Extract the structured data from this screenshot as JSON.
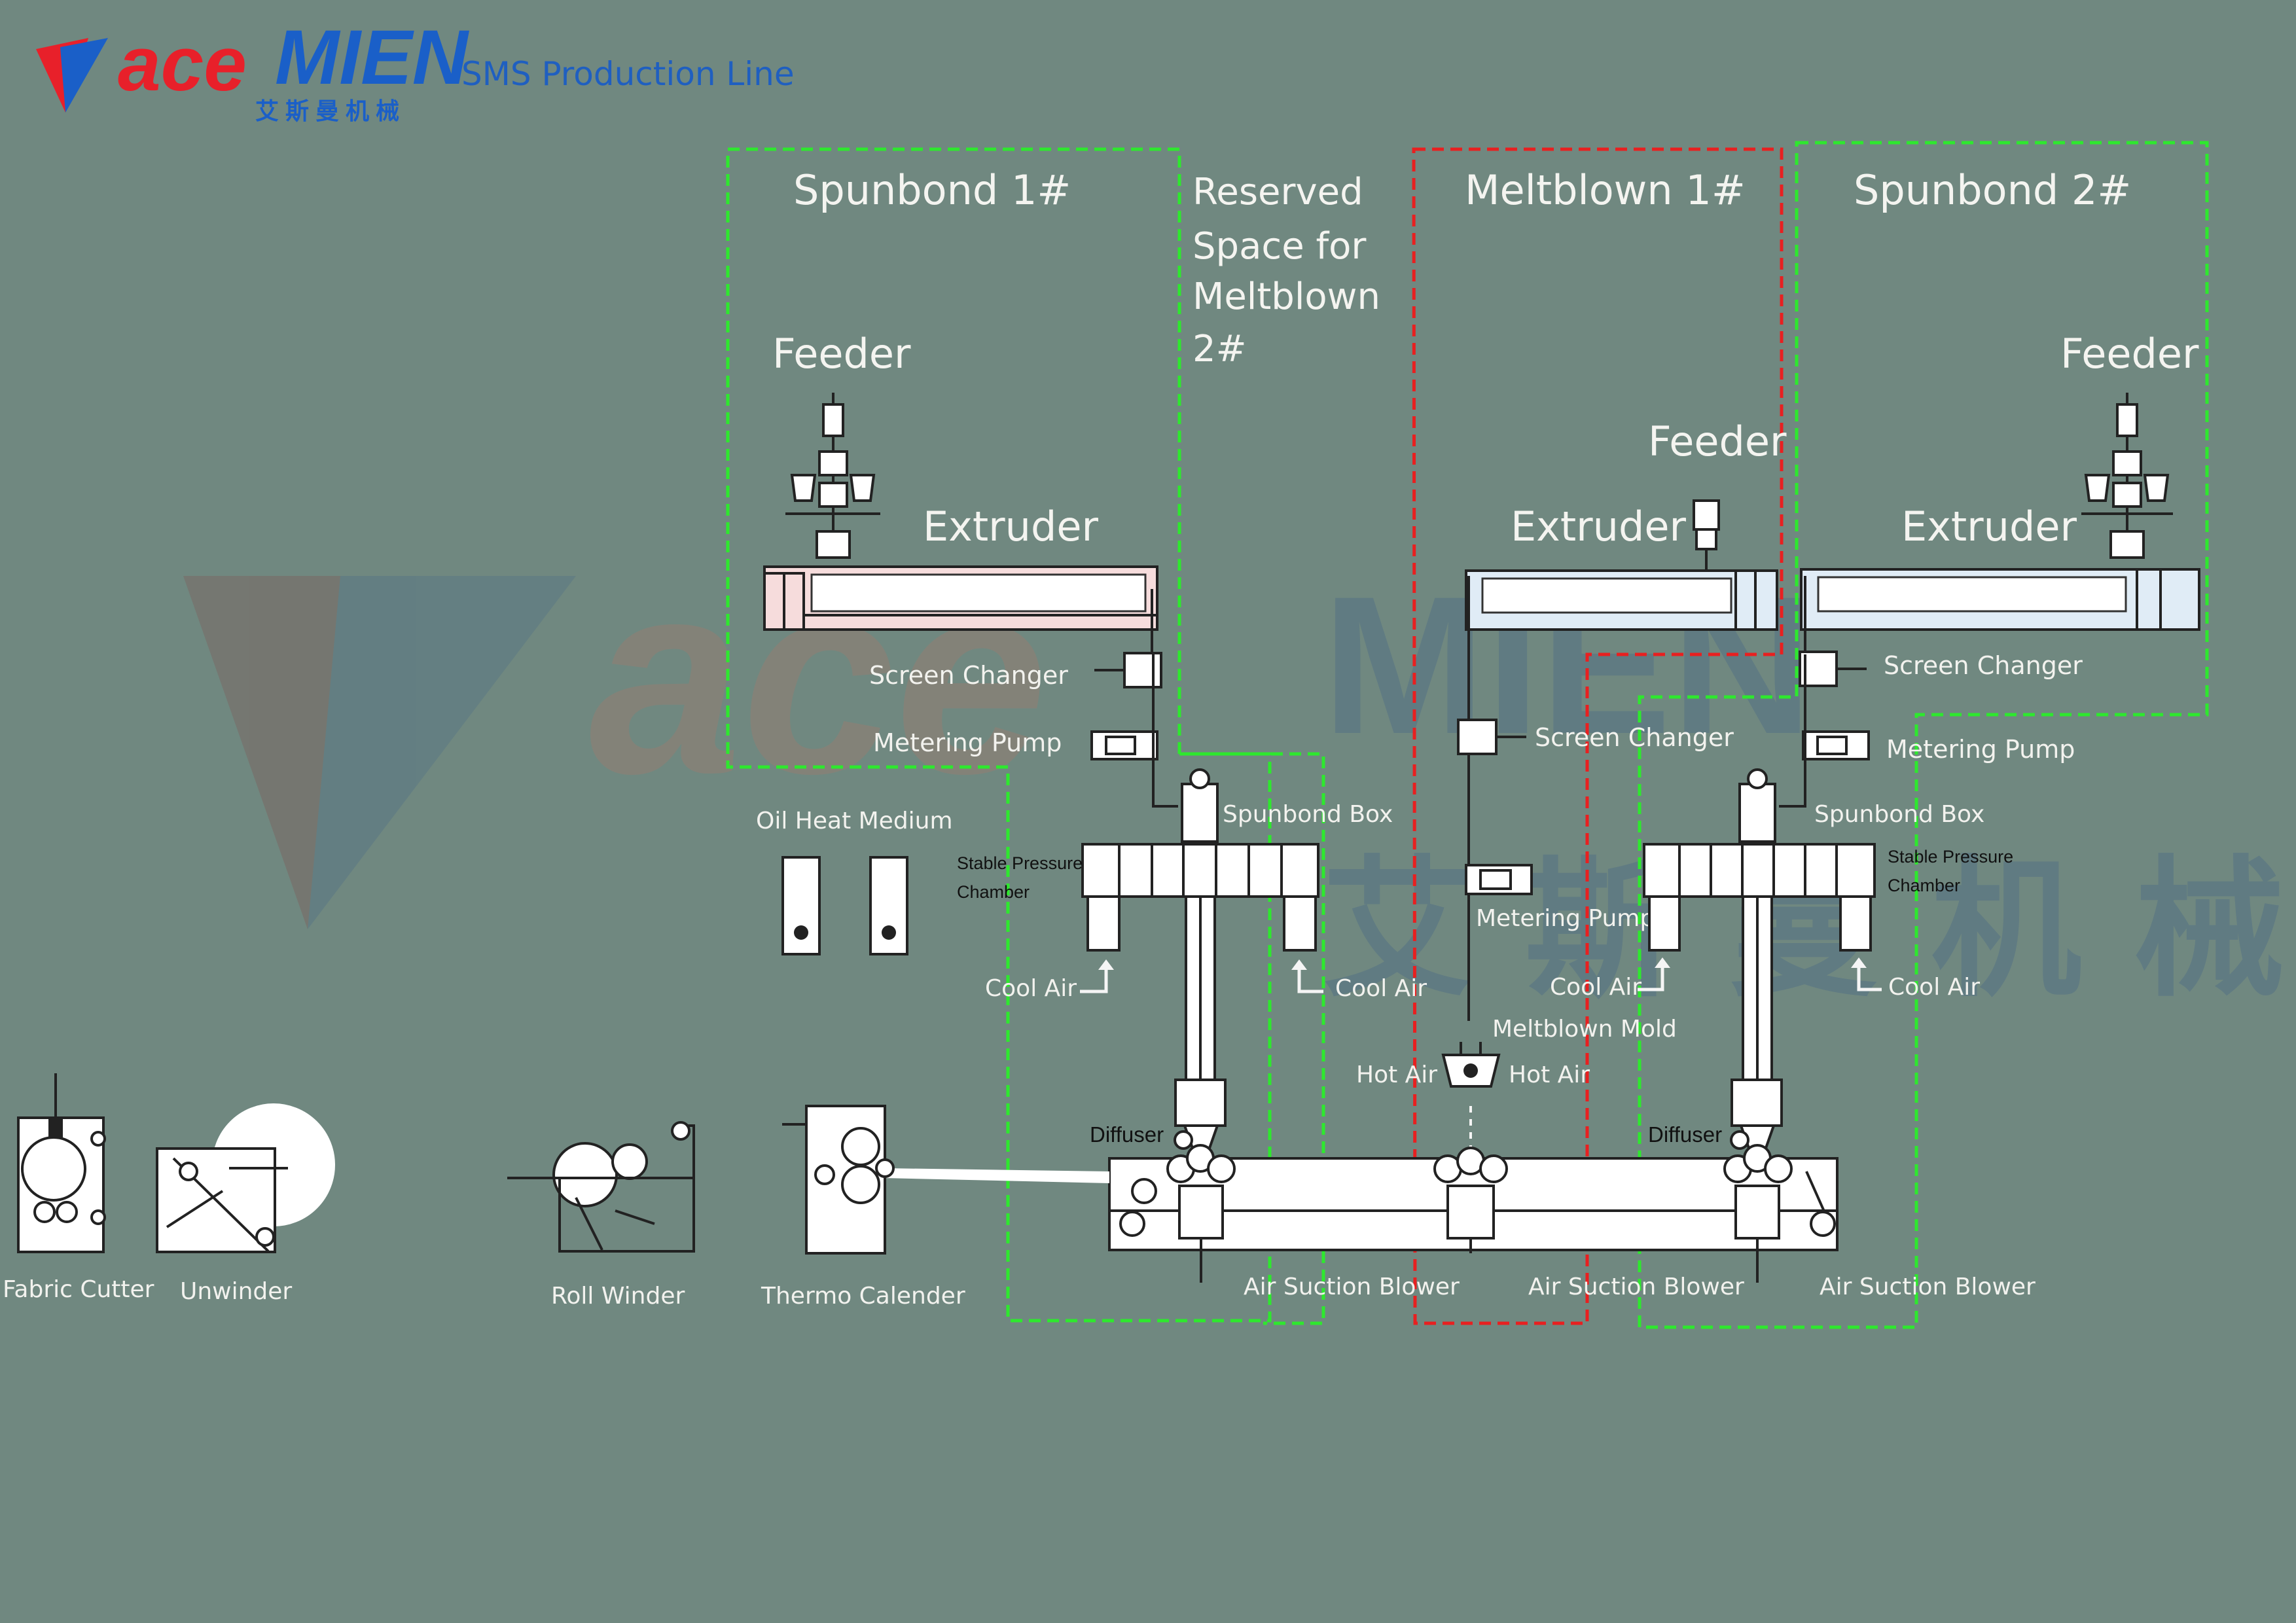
{
  "header": {
    "brand_main": "ace",
    "brand_accent": "MIEN",
    "brand_cn": "艾斯曼机械",
    "title": "SMS Production Line"
  },
  "sections": {
    "spunbond1": "Spunbond  1#",
    "reserved": [
      "Reserved",
      "Space for",
      "Meltblown",
      " 2#"
    ],
    "meltblown1": "Meltblown  1#",
    "spunbond2": "Spunbond 2#"
  },
  "labels": {
    "feeder": "Feeder",
    "extruder": "Extruder",
    "screen_changer": "Screen Changer",
    "metering_pump": "Metering Pump",
    "oil_heat_medium": "Oil Heat Medium",
    "spunbond_box": "Spunbond Box",
    "stable_pressure": "Stable  Pressure",
    "chamber": "Chamber",
    "cool_air": "Cool Air",
    "meltblown_mold": "Meltblown Mold",
    "hot_air": "Hot Air",
    "diffuser": "Diffuser",
    "air_suction_blower": "Air Suction Blower",
    "fabric_cutter": "Fabric Cutter",
    "unwinder": "Unwinder",
    "roll_winder": "Roll Winder",
    "thermo_calender": "Thermo Calender"
  },
  "colors": {
    "background": "#708880",
    "section_spunbond_border": "#2ee82e",
    "section_meltblown_border": "#e82020",
    "brand_red": "#e8202a",
    "brand_blue": "#1a5fc8",
    "title_blue": "#1f5fc0",
    "spunbond_extruder_tint": "#f6dcdc",
    "meltblown_extruder_tint": "#e0ecf6"
  }
}
